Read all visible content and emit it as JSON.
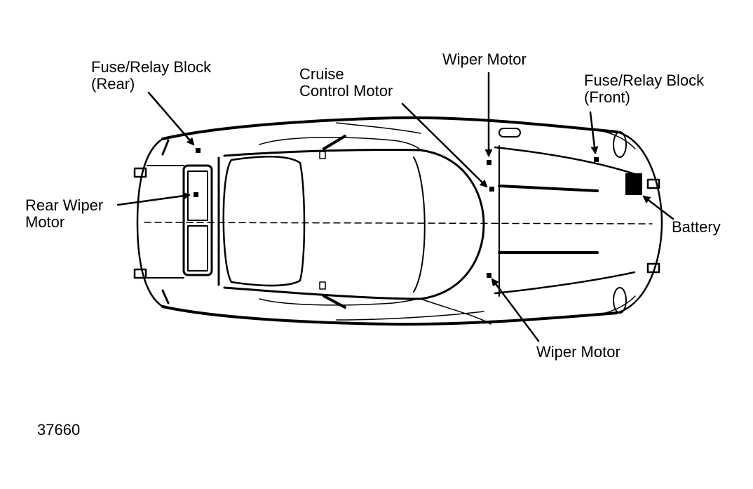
{
  "labels": {
    "fuse_rear": {
      "line1": "Fuse/Relay Block",
      "line2": "(Rear)"
    },
    "cruise": {
      "line1": "Cruise",
      "line2": "Control Motor"
    },
    "wiper_top": {
      "line1": "Wiper Motor"
    },
    "fuse_front": {
      "line1": "Fuse/Relay Block",
      "line2": "(Front)"
    },
    "rear_wiper": {
      "line1": "Rear Wiper",
      "line2": "Motor"
    },
    "battery": {
      "line1": "Battery"
    },
    "wiper_bottom": {
      "line1": "Wiper Motor"
    }
  },
  "figure_number": "37660",
  "colors": {
    "ink": "#000000",
    "paper": "#ffffff"
  }
}
